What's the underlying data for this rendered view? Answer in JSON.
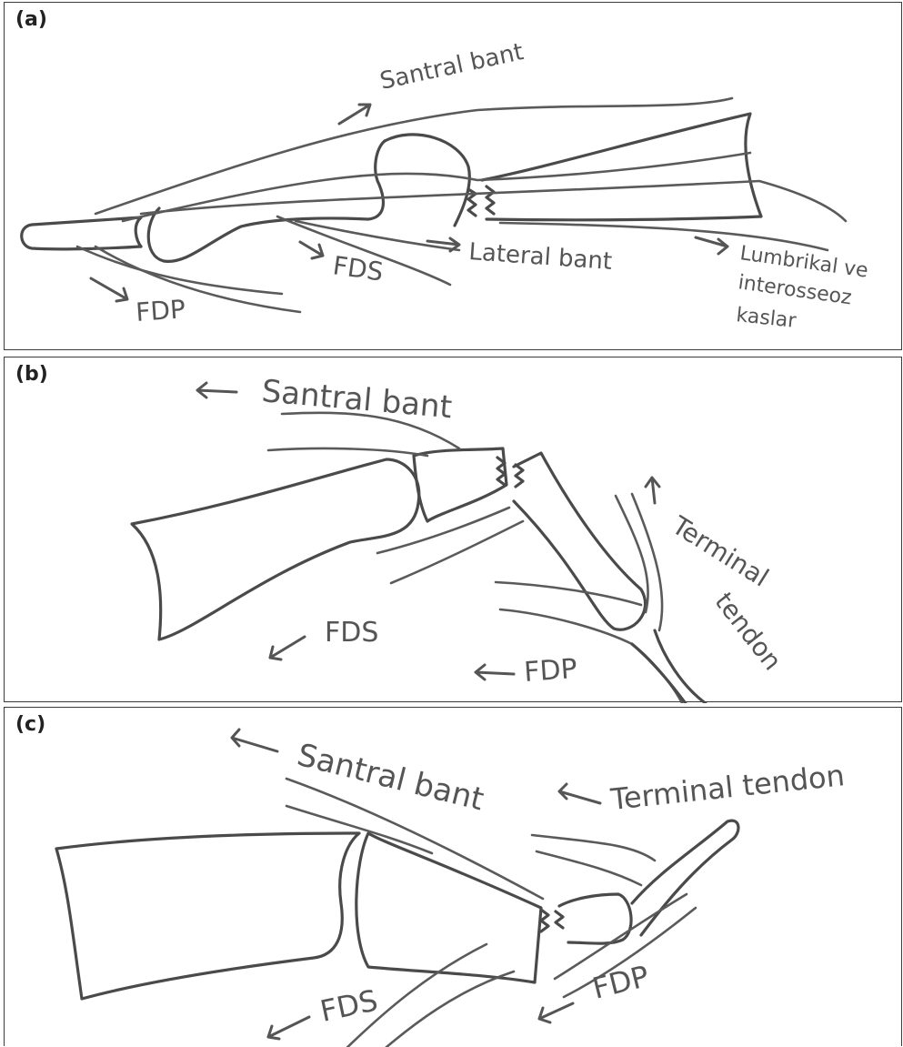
{
  "panels": [
    {
      "id": "a",
      "label": "(a)",
      "annotations": {
        "central_band": "Santral bant",
        "fds": "FDS",
        "lateral_band": "Lateral bant",
        "fdp": "FDP",
        "lumbrical_line1": "Lumbrikal ve",
        "lumbrical_line2": "interosseoz",
        "lumbrical_line3": "kaslar"
      }
    },
    {
      "id": "b",
      "label": "(b)",
      "annotations": {
        "central_band": "Santral bant",
        "terminal_line1": "Terminal",
        "terminal_line2": "tendon",
        "fds": "FDS",
        "fdp": "FDP"
      }
    },
    {
      "id": "c",
      "label": "(c)",
      "annotations": {
        "central_band": "Santral bant",
        "terminal_tendon": "Terminal tendon",
        "fds": "FDS",
        "fdp": "FDP"
      }
    }
  ]
}
